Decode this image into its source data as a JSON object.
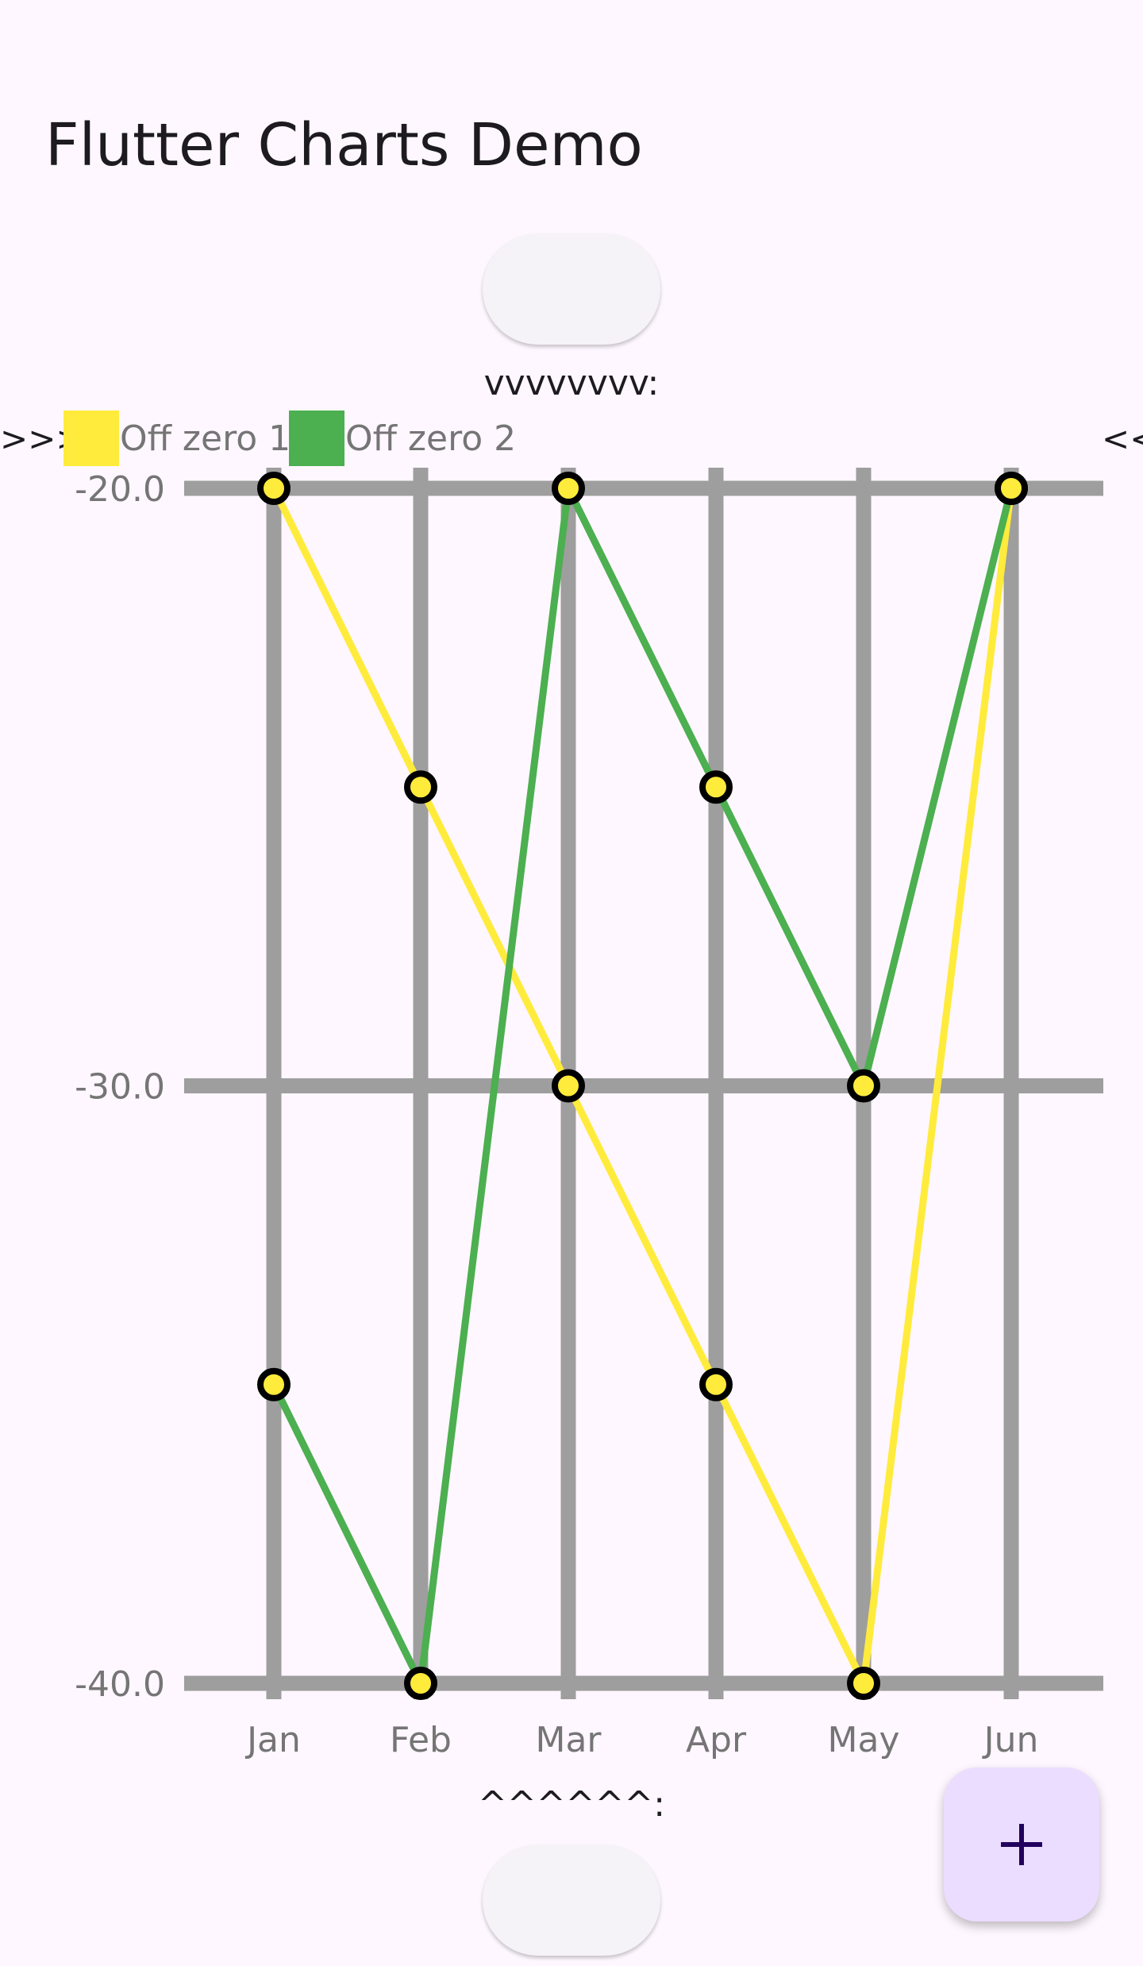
{
  "app_bar": {
    "title": "Flutter Charts Demo"
  },
  "fab": {
    "icon": "plus-icon",
    "color": "#eaddff",
    "icon_color": "#21005d"
  },
  "colors": {
    "background": "#fef7ff",
    "grid": "#9e9e9e",
    "text": "#757575",
    "marker_outline": "#000000"
  },
  "chart_data": {
    "type": "line",
    "title": "",
    "header_text": "vvvvvvvv:",
    "footer_text": "^^^^^^:",
    "legend_left_marker": ">>>",
    "legend_right_marker": "<<",
    "legend_placement": "top",
    "categories": [
      "Jan",
      "Feb",
      "Mar",
      "Apr",
      "May",
      "Jun"
    ],
    "y_ticks": [
      "-20.0",
      "-30.0",
      "-40.0"
    ],
    "ylim": [
      -40,
      -20
    ],
    "grid": true,
    "series": [
      {
        "name": "Off zero 1",
        "color": "#ffeb3b",
        "values": [
          -20,
          -25,
          -30,
          -35,
          -40,
          -20
        ]
      },
      {
        "name": "Off zero 2",
        "color": "#4caf50",
        "values": [
          -35,
          -40,
          -20,
          -25,
          -30,
          -20
        ]
      }
    ]
  }
}
